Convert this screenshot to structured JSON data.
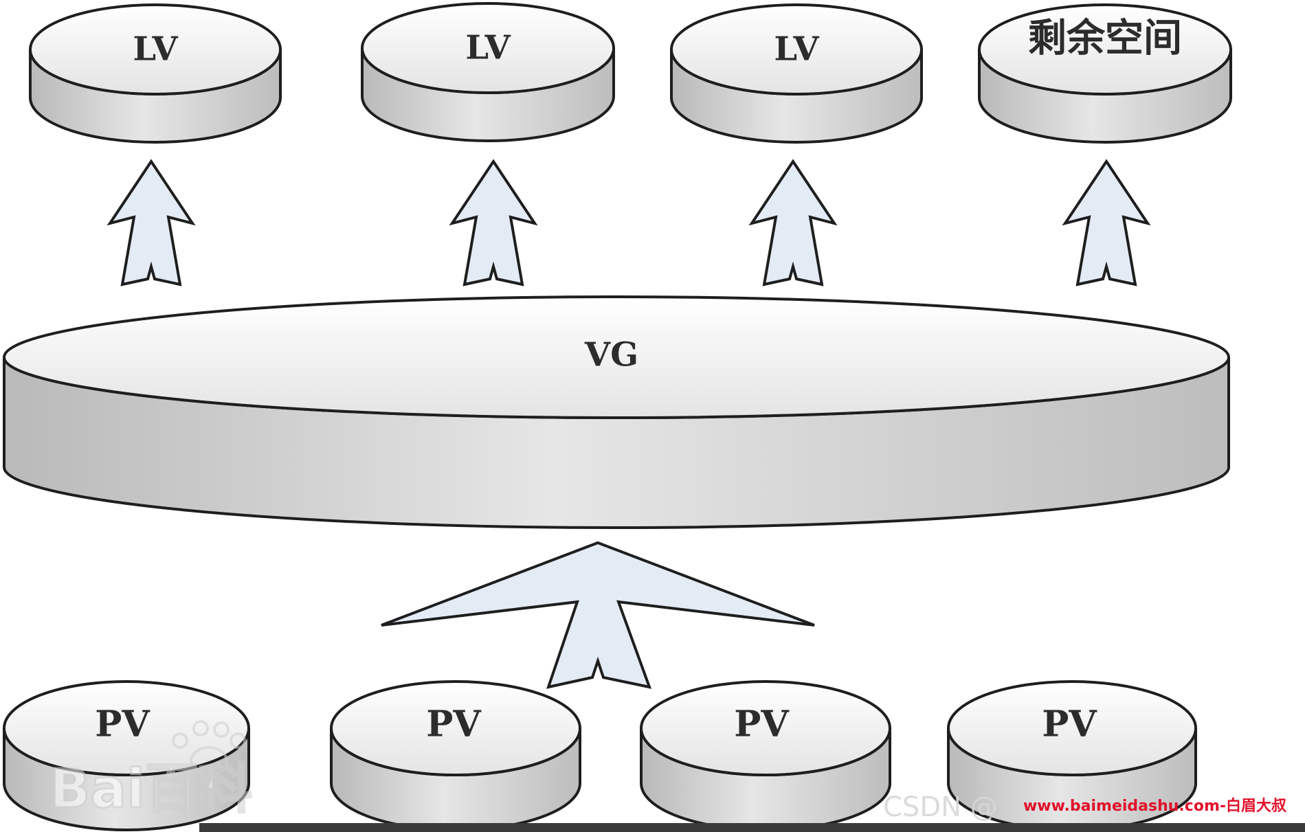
{
  "lv_labels": [
    "LV",
    "LV",
    "LV",
    "剩余空间"
  ],
  "vg_label": "VG",
  "pv_labels": [
    "PV",
    "PV",
    "PV",
    "PV"
  ],
  "watermarks": {
    "baidu": "Bai百科",
    "csdn": "CSDN @",
    "site": "www.baimeidashu.com-白眉大叔"
  },
  "colors": {
    "stroke": "#1e1e1e",
    "disk_top": "#f2f2f2",
    "disk_side": "#c9c9c9",
    "arrow_fill": "#e3ebf5",
    "site_watermark": "#e0102a",
    "faint_watermark": "#bfbfbf"
  },
  "icons": [
    "baidu-paw-icon"
  ]
}
